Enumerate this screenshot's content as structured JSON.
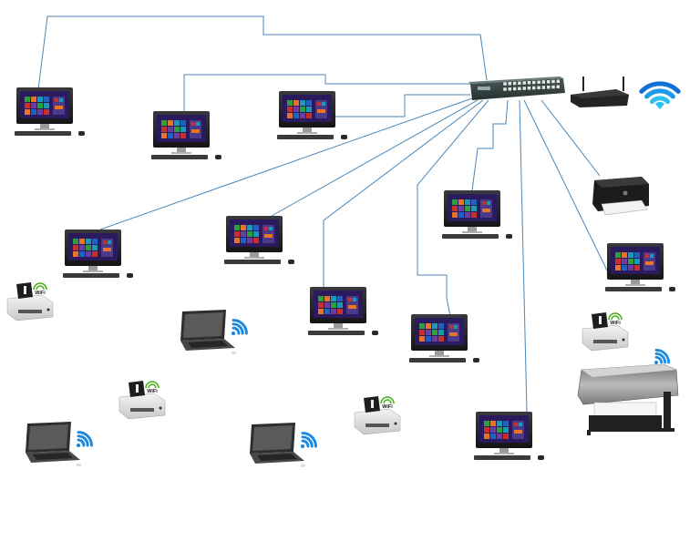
{
  "diagram": {
    "title": "",
    "colors": {
      "link": "#4a86b8",
      "background": "#ffffff",
      "wifi_blue": "#1c8ae0",
      "wifi_green": "#4caf1e",
      "tile_green": "#2e9e3e",
      "tile_orange": "#e8742a",
      "tile_purple": "#6a3fa0",
      "tile_teal": "#1b9bb3",
      "tile_red": "#c9302c",
      "tile_blue": "#1e63c2",
      "screen_bg": "#2b1b5e"
    },
    "nodes": [
      {
        "id": "switch",
        "type": "network-switch",
        "label": ""
      },
      {
        "id": "router",
        "type": "wireless-router",
        "label": ""
      },
      {
        "id": "wifi",
        "type": "wifi-signal",
        "label": ""
      },
      {
        "id": "pc1",
        "type": "desktop-pc",
        "label": ""
      },
      {
        "id": "pc2",
        "type": "desktop-pc",
        "label": ""
      },
      {
        "id": "pc3",
        "type": "desktop-pc",
        "label": ""
      },
      {
        "id": "pc4",
        "type": "desktop-pc",
        "label": ""
      },
      {
        "id": "pc5",
        "type": "desktop-pc",
        "label": ""
      },
      {
        "id": "pc6",
        "type": "desktop-pc",
        "label": ""
      },
      {
        "id": "pc7",
        "type": "desktop-pc",
        "label": ""
      },
      {
        "id": "pc8",
        "type": "desktop-pc",
        "label": ""
      },
      {
        "id": "pc9",
        "type": "desktop-pc",
        "label": ""
      },
      {
        "id": "pc10",
        "type": "desktop-pc",
        "label": ""
      },
      {
        "id": "laser-printer",
        "type": "laser-printer",
        "label": ""
      },
      {
        "id": "plotter",
        "type": "wide-format-printer",
        "label": ""
      },
      {
        "id": "wprinter1",
        "type": "wifi-printer",
        "label": "WiFi"
      },
      {
        "id": "wprinter2",
        "type": "wifi-printer",
        "label": "WiFi"
      },
      {
        "id": "wprinter3",
        "type": "wifi-printer",
        "label": "WiFi"
      },
      {
        "id": "wprinter4",
        "type": "wifi-printer",
        "label": "WiFi"
      },
      {
        "id": "laptop1",
        "type": "wireless-laptop",
        "label": ""
      },
      {
        "id": "laptop2",
        "type": "wireless-laptop",
        "label": ""
      },
      {
        "id": "laptop3",
        "type": "wireless-laptop",
        "label": ""
      }
    ],
    "wired_links": [
      {
        "from": "switch",
        "to": "pc1"
      },
      {
        "from": "switch",
        "to": "pc2"
      },
      {
        "from": "switch",
        "to": "pc3"
      },
      {
        "from": "switch",
        "to": "pc4"
      },
      {
        "from": "switch",
        "to": "pc5"
      },
      {
        "from": "switch",
        "to": "pc6"
      },
      {
        "from": "switch",
        "to": "pc7"
      },
      {
        "from": "switch",
        "to": "pc8"
      },
      {
        "from": "switch",
        "to": "pc9"
      },
      {
        "from": "switch",
        "to": "pc10"
      },
      {
        "from": "switch",
        "to": "laser-printer"
      }
    ],
    "wireless_devices": [
      "laptop1",
      "laptop2",
      "laptop3",
      "wprinter1",
      "wprinter2",
      "wprinter3",
      "wprinter4",
      "plotter"
    ]
  }
}
